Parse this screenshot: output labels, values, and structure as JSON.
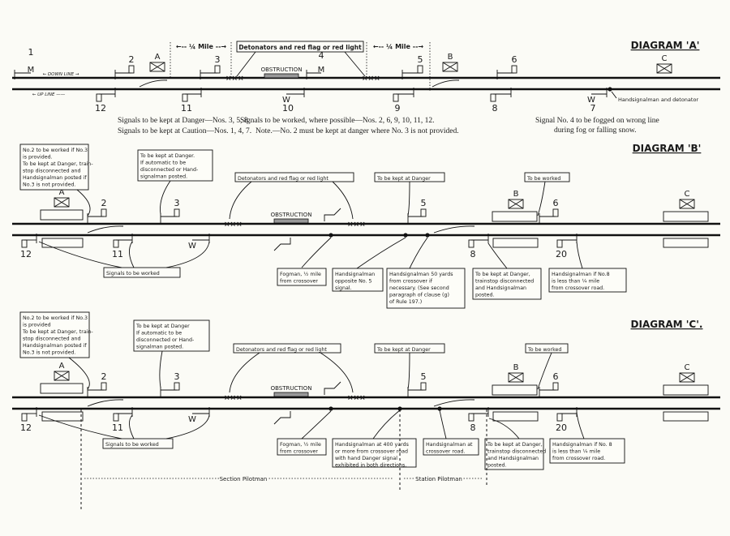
{
  "diagram_a": {
    "title": "DIAGRAM 'A'",
    "down_line": "← DOWN LINE →",
    "up_line": "← UP LINE ——",
    "quarter_mile_left": "←-- ¼ Mile --→",
    "quarter_mile_right": "←-- ¼ Mile --→",
    "detonators": "Detonators and red flag or red light",
    "obstruction": "OBSTRUCTION",
    "signal_boxes": [
      "A",
      "B",
      "C"
    ],
    "down_signals": [
      "1",
      "2",
      "3",
      "4",
      "5",
      "6"
    ],
    "up_signals": [
      "12",
      "11",
      "10",
      "9",
      "8",
      "7"
    ],
    "handsignalman": "Handsignalman and detonator",
    "notes": [
      "Signals to be kept at Danger—Nos. 3, 5, 8.",
      "Signals to be kept at Caution—Nos. 1, 4, 7.",
      "Signals to be worked, where possible—Nos. 2, 6, 9, 10, 11, 12.",
      "Note.—No. 2 must be kept at danger where No. 3 is not provided.",
      "Signal No. 4 to be fogged on wrong line",
      "during fog or falling snow."
    ]
  },
  "diagram_b": {
    "title": "DIAGRAM 'B'",
    "obstruction": "OBSTRUCTION",
    "signal_boxes": [
      "A",
      "B",
      "C"
    ],
    "down_signals": [
      "2",
      "3",
      "5",
      "6"
    ],
    "up_signals": [
      "12",
      "11",
      "8",
      "20"
    ],
    "callouts": [
      {
        "lines": [
          "No.2 to be worked if No.3",
          "is provided.",
          "To be kept at Danger, train-",
          "stop disconnected and",
          "Handsignalman posted if",
          "No.3 is not provided."
        ]
      },
      {
        "lines": [
          "To be kept at Danger.",
          "If automatic to be",
          "disconnected or Hand-",
          "signalman posted."
        ]
      },
      {
        "lines": [
          "Detonators and red flag or red light"
        ]
      },
      {
        "lines": [
          "To be kept at Danger"
        ]
      },
      {
        "lines": [
          "To be worked"
        ]
      },
      {
        "lines": [
          "Signals to be worked"
        ]
      },
      {
        "lines": [
          "Fogman, ½ mile",
          "from crossover"
        ]
      },
      {
        "lines": [
          "Handsignalman",
          "opposite No. 5",
          "signal."
        ]
      },
      {
        "lines": [
          "Handsignalman 50 yards",
          "from crossover if",
          "necessary. (See second",
          "paragraph of clause (g)",
          "of Rule 197.)"
        ]
      },
      {
        "lines": [
          "To be kept at Danger,",
          "trainstop disconnected",
          "and Handsignalman",
          "posted."
        ]
      },
      {
        "lines": [
          "Handsignalman if No.8",
          "is less than ¼ mile",
          "from crossover road."
        ]
      }
    ]
  },
  "diagram_c": {
    "title": "DIAGRAM 'C'.",
    "obstruction": "OBSTRUCTION",
    "signal_boxes": [
      "A",
      "B",
      "C"
    ],
    "down_signals": [
      "2",
      "3",
      "5",
      "6"
    ],
    "up_signals": [
      "12",
      "11",
      "8",
      "20"
    ],
    "callouts": [
      {
        "lines": [
          "No.2 to be worked if No.3",
          "is provided",
          "To be kept at Danger, train-",
          "stop disconnected and",
          "Handsignalman posted if",
          "No.3 is not provided."
        ]
      },
      {
        "lines": [
          "To be kept at Danger",
          "If automatic to be",
          "disconnected or Hand-",
          "signalman posted."
        ]
      },
      {
        "lines": [
          "Detonators and red flag or red light"
        ]
      },
      {
        "lines": [
          "To be kept at Danger"
        ]
      },
      {
        "lines": [
          "To be worked"
        ]
      },
      {
        "lines": [
          "Signals to be worked"
        ]
      },
      {
        "lines": [
          "Fogman, ½ mile",
          "from crossover"
        ]
      },
      {
        "lines": [
          "Handsignalman at 400 yards",
          "or more from crossover road",
          "with hand Danger signal",
          "exhibited in both directions."
        ]
      },
      {
        "lines": [
          "Handsignalman at",
          "crossover road."
        ]
      },
      {
        "lines": [
          "To be kept at Danger,",
          "trainstop disconnected",
          "and Handsignalman",
          "posted."
        ]
      },
      {
        "lines": [
          "Handsignalman if No. 8",
          "is less than ¼ mile",
          "from crossover road."
        ]
      }
    ],
    "section_pilotman": "Section Pilotman",
    "station_pilotman": "Station Pilotman"
  }
}
